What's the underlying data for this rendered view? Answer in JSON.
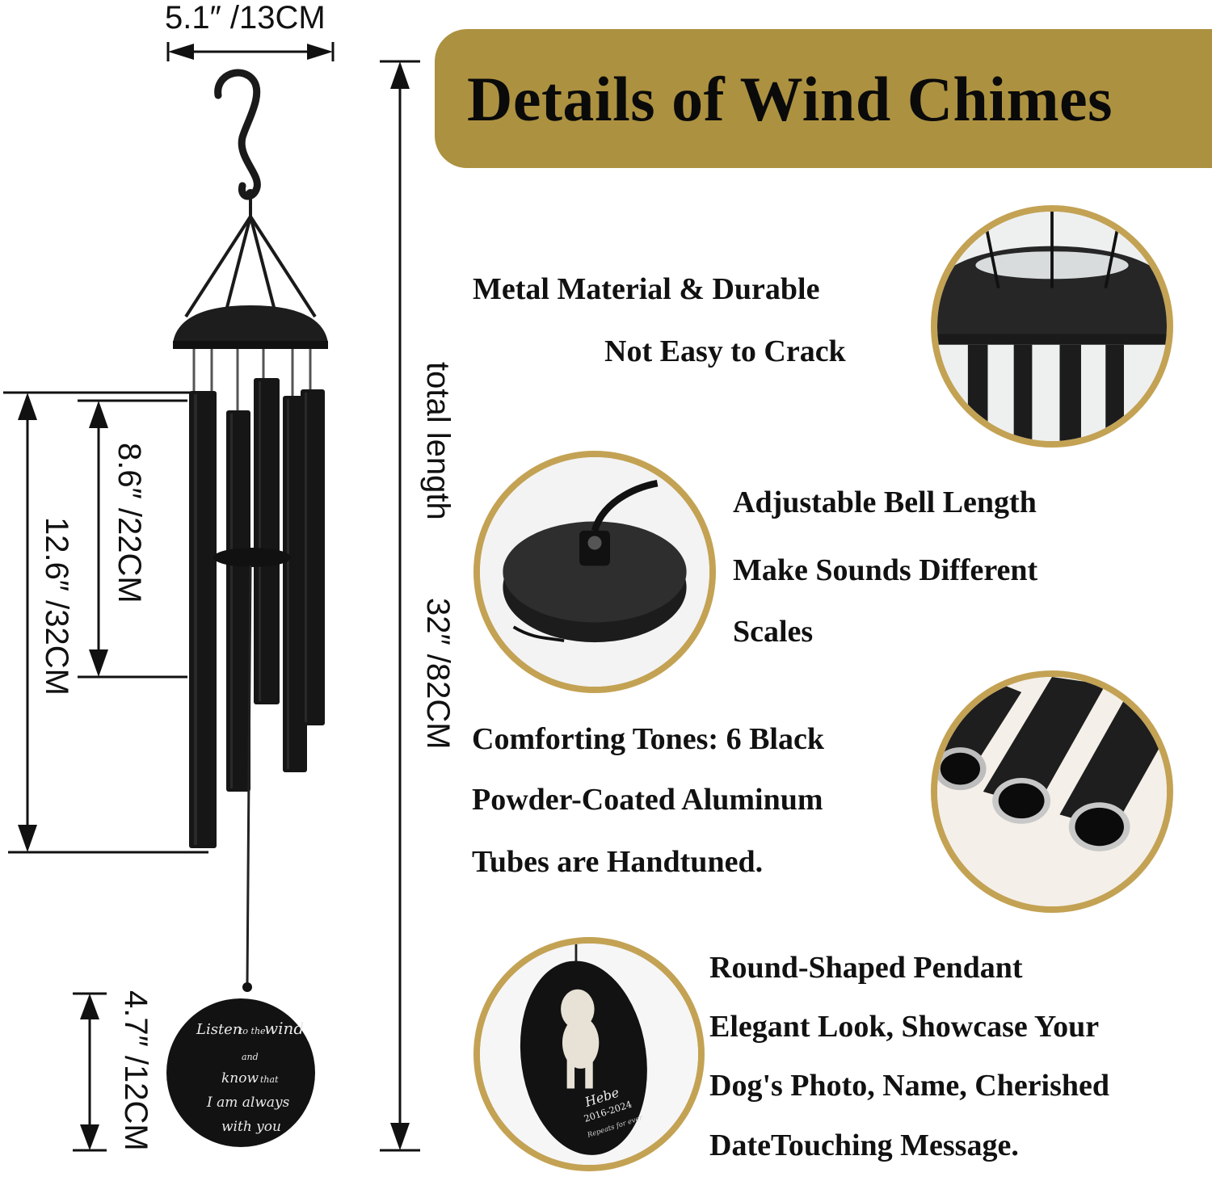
{
  "banner": {
    "title": "Details of Wind Chimes"
  },
  "dimensions": {
    "width": "5.1″ /13CM",
    "total": "total length",
    "total_value": "32″ /82CM",
    "long_tube": "12.6″ /32CM",
    "short_tube": "8.6″ /22CM",
    "pendant": "4.7″ /12CM"
  },
  "pendant_text": {
    "line1_a": "Listen",
    "line1_b": "to the",
    "line1_c": "wind",
    "line2": "and",
    "line3_a": "know",
    "line3_b": "that",
    "line4": "I am always",
    "line5": "with you"
  },
  "features": [
    {
      "lines": [
        "Metal Material & Durable",
        "Not Easy to Crack"
      ]
    },
    {
      "lines": [
        "Adjustable Bell Length",
        "Make Sounds Different",
        "Scales"
      ]
    },
    {
      "lines": [
        "Comforting Tones:  6 Black",
        "Powder-Coated Aluminum",
        "Tubes are Handtuned."
      ]
    },
    {
      "lines": [
        "Round-Shaped Pendant",
        "Elegant Look, Showcase Your",
        "Dog's Photo, Name, Cherished",
        "DateTouching Message."
      ]
    }
  ],
  "pendant_photo": {
    "name": "Hebe",
    "dates": "2016-2024",
    "note": "Repeats for ever"
  },
  "colors": {
    "gold": "#ac9140",
    "ring": "#c3a254",
    "black": "#111111"
  }
}
